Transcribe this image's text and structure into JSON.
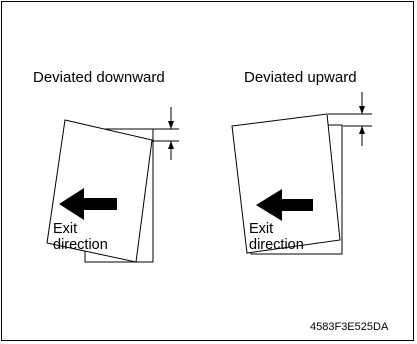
{
  "figure": {
    "left_panel": {
      "title": "Deviated downward",
      "label_line1": "Exit",
      "label_line2": "direction"
    },
    "right_panel": {
      "title": "Deviated upward",
      "label_line1": "Exit",
      "label_line2": "direction"
    },
    "code": "4583F3E525DA"
  }
}
